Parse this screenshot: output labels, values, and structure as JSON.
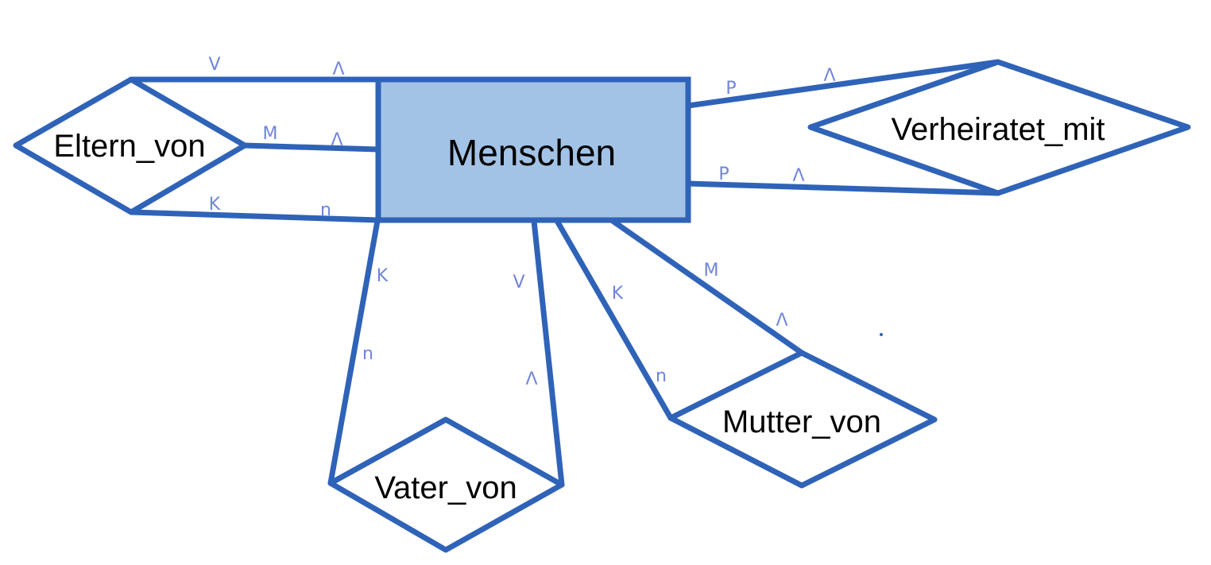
{
  "entity": {
    "name": "Menschen"
  },
  "relationships": {
    "eltern_von": "Eltern_von",
    "verheiratet_mit": "Verheiratet_mit",
    "vater_von": "Vater_von",
    "mutter_von": "Mutter_von"
  },
  "cardinalities": {
    "eltern_top_rel": "V",
    "eltern_top_ent": "Λ",
    "eltern_mid_rel": "M",
    "eltern_mid_ent": "Λ",
    "eltern_bot_rel": "K",
    "eltern_bot_ent": "n",
    "verh_top_ent": "P",
    "verh_top_rel": "Λ",
    "verh_bot_ent": "P",
    "verh_bot_rel": "Λ",
    "vater_left_ent": "K",
    "vater_left_rel": "n",
    "vater_right_ent": "V",
    "vater_right_rel": "Λ",
    "mutter_left_ent": "K",
    "mutter_left_rel": "n",
    "mutter_right_ent": "M",
    "mutter_right_rel": "Λ"
  },
  "colors": {
    "stroke": "#2f63b8",
    "entity_fill": "#a3c3e6",
    "cardinality_text": "#6f84dc"
  }
}
